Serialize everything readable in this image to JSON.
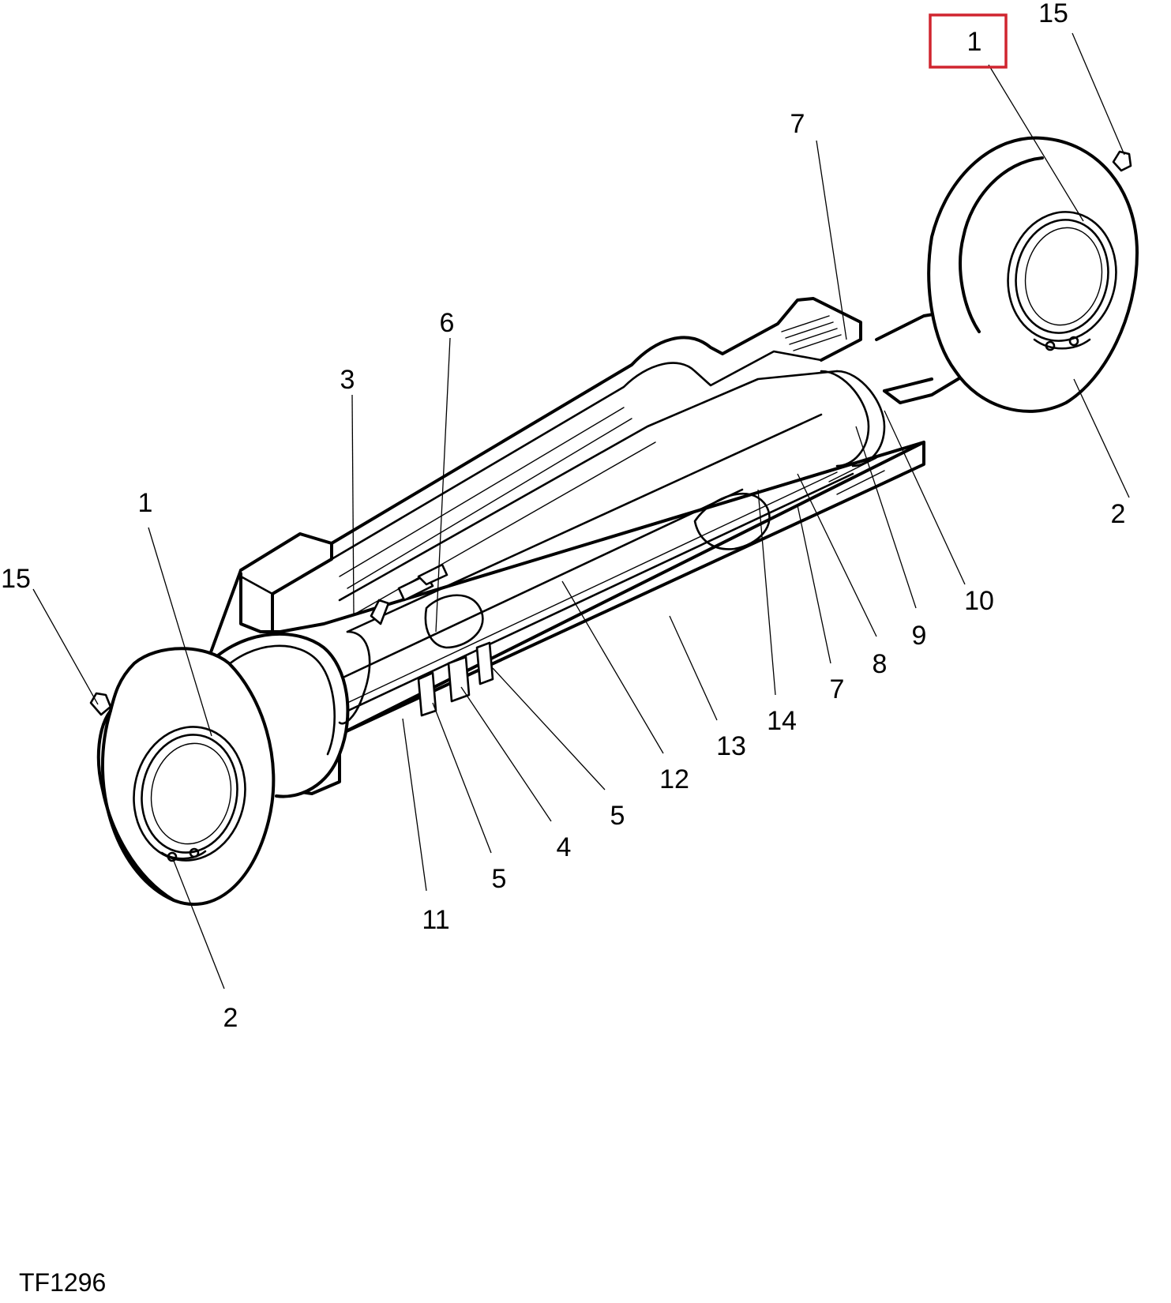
{
  "figure_id": "TF1296",
  "highlight_color": "#d0252f",
  "callouts": {
    "c1_top": "1",
    "c15_top": "15",
    "c7_top": "7",
    "c6": "6",
    "c3": "3",
    "c1_left": "1",
    "c15_left": "15",
    "c2_right": "2",
    "c10": "10",
    "c9": "9",
    "c8": "8",
    "c7_mid": "7",
    "c14": "14",
    "c13": "13",
    "c12": "12",
    "c5_right": "5",
    "c4": "4",
    "c5_left": "5",
    "c11": "11",
    "c2_left": "2"
  }
}
